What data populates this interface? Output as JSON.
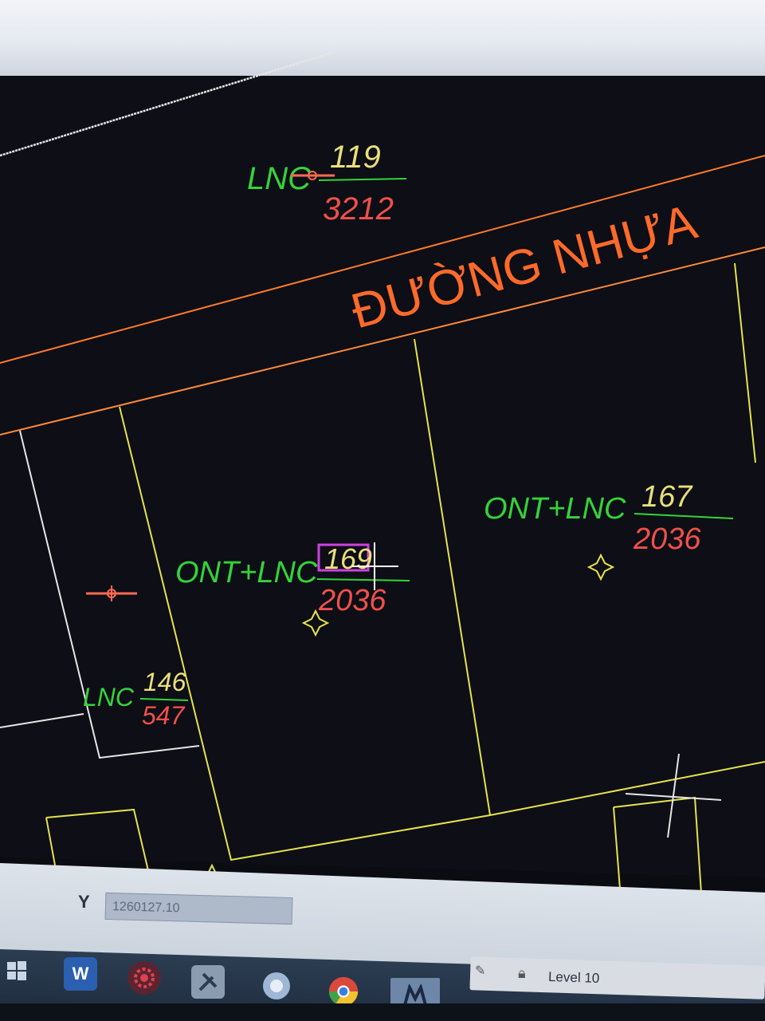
{
  "drawing": {
    "road_label": "ĐƯỜNG NHỰA",
    "parcels": [
      {
        "use": "LNC",
        "number": "119",
        "area": "3212"
      },
      {
        "use": "ONT+LNC",
        "number": "169",
        "area": "2036"
      },
      {
        "use": "ONT+LNC",
        "number": "167",
        "area": "2036"
      },
      {
        "use": "LNC",
        "number": "146",
        "area": "547"
      }
    ]
  },
  "command_line": {
    "y_label": "Y",
    "y_value": "1260127.10"
  },
  "status_bar": {
    "level": "Level 10"
  },
  "taskbar": {
    "word_icon_label": "W"
  },
  "colors": {
    "background": "#0b0c12",
    "parcel_use": "#35d33a",
    "parcel_number": "#e8e07a",
    "parcel_area": "#f0504a",
    "road": "#ff6a2a",
    "boundary_yellow": "#e6e24a",
    "boundary_white": "#e6e6e6",
    "selection": "#d040e0"
  }
}
